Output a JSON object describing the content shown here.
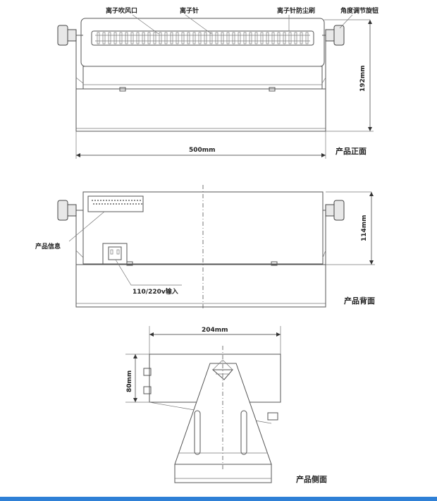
{
  "front_view": {
    "label_outlet": "离子吹风口",
    "label_needle": "离子针",
    "label_brush": "离子针防尘刷",
    "label_knob": "角度调节旋钮",
    "dim_height": "192mm",
    "dim_width": "500mm",
    "title": "产品正面"
  },
  "back_view": {
    "label_info": "产品信息",
    "label_input": "110/220v输入",
    "dim_height": "114mm",
    "title": "产品背面"
  },
  "side_view": {
    "dim_width": "204mm",
    "dim_height": "80mm",
    "title": "产品侧面"
  },
  "colors": {
    "accent_bar": "#2f80d6",
    "line": "#555555"
  }
}
